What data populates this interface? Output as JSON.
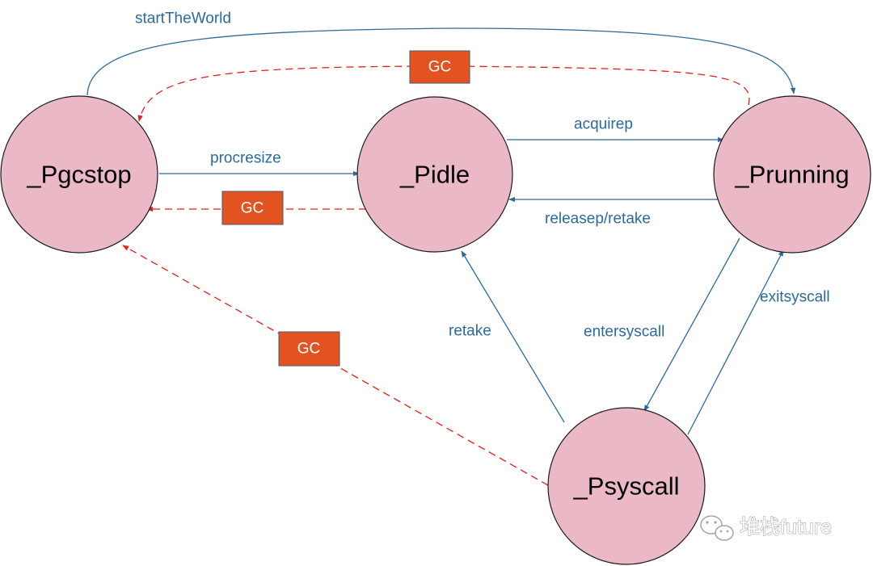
{
  "states": {
    "pgcstop": "_Pgcstop",
    "pidle": "_Pidle",
    "prunning": "_Prunning",
    "psyscall": "_Psyscall"
  },
  "transitions": {
    "start_the_world": "startTheWorld",
    "procresize": "procresize",
    "acquirep": "acquirep",
    "releasep_retake": "releasep/retake",
    "retake": "retake",
    "entersyscall": "entersyscall",
    "exitsyscall": "exitsyscall"
  },
  "gc_labels": {
    "running_to_gcstop": "GC",
    "idle_to_gcstop": "GC",
    "syscall_to_gcstop": "GC"
  },
  "watermark": {
    "text": "堆栈future",
    "icon": "wechat-icon"
  },
  "colors": {
    "state_fill": "#ebb9c5",
    "transition_blue": "#2b6a9b",
    "gc_red": "#e0201b",
    "gc_box": "#e35322"
  }
}
